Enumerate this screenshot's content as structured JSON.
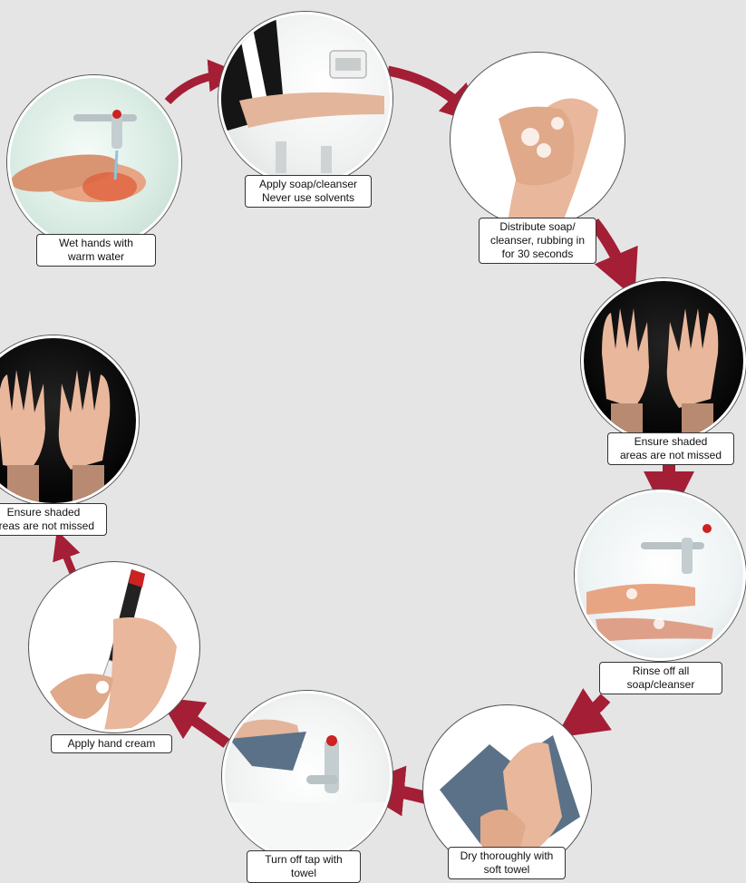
{
  "steps": [
    {
      "label": "Wet hands with\nwarm water",
      "icon": "wet-hands-photo"
    },
    {
      "label": "Apply soap/cleanser\nNever use solvents",
      "icon": "soap-dispenser-photo"
    },
    {
      "label": "Distribute soap/\ncleanser, rubbing in\nfor 30 seconds",
      "icon": "rubbing-hands-photo"
    },
    {
      "label": "Ensure shaded\nareas are not missed",
      "icon": "palms-photo"
    },
    {
      "label": "Rinse off all\nsoap/cleanser",
      "icon": "rinse-hands-photo"
    },
    {
      "label": "Dry thoroughly with\nsoft towel",
      "icon": "towel-dry-photo"
    },
    {
      "label": "Turn off tap with\ntowel",
      "icon": "tap-towel-photo"
    },
    {
      "label": "Apply hand cream",
      "icon": "hand-cream-photo"
    },
    {
      "label": "Ensure shaded\nareas are not missed",
      "icon": "palms-photo"
    }
  ],
  "colors": {
    "arrow": "#a41e35",
    "background": "#e6e5e5",
    "label_border": "#333333"
  }
}
